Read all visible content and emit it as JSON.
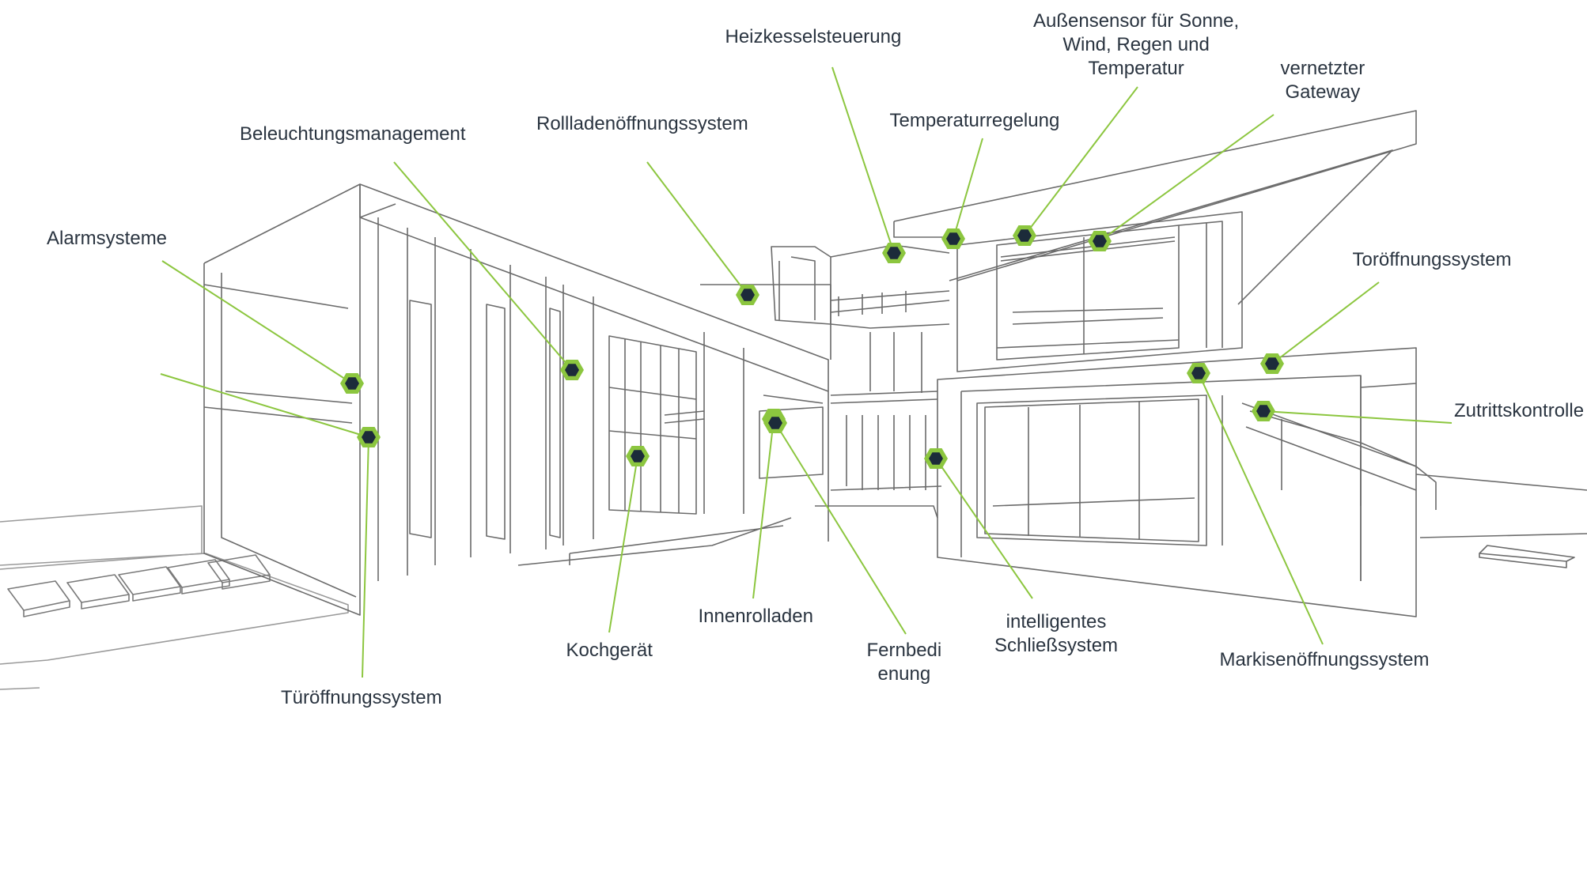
{
  "colors": {
    "accent_green": "#8cc63f",
    "hotspot_fill": "#1c2b3a",
    "label_text": "#2a3440",
    "line_drawing": "#6b6b6b"
  },
  "callouts": [
    {
      "id": "heizkessel",
      "text": "Heizkesselsteuerung"
    },
    {
      "id": "aussensensor",
      "text": "Außensensor für Sonne,\nWind, Regen und\nTemperatur"
    },
    {
      "id": "gateway",
      "text": "vernetzter\nGateway"
    },
    {
      "id": "beleuchtung",
      "text": "Beleuchtungsmanagement"
    },
    {
      "id": "rollladen",
      "text": "Rollladenöffnungssystem"
    },
    {
      "id": "temperatur",
      "text": "Temperaturregelung"
    },
    {
      "id": "alarm",
      "text": "Alarmsysteme"
    },
    {
      "id": "toroeffnung",
      "text": "Toröffnungssystem"
    },
    {
      "id": "zutritt",
      "text": "Zutrittskontrolle"
    },
    {
      "id": "innenrolladen",
      "text": "Innenrolladen"
    },
    {
      "id": "kochgeraet",
      "text": "Kochgerät"
    },
    {
      "id": "fernbedienung",
      "text": "Fernbedi\nenung"
    },
    {
      "id": "schliess",
      "text": "intelligentes\nSchließsystem"
    },
    {
      "id": "markise",
      "text": "Markisenöffnungssystem"
    },
    {
      "id": "tueroeffnung",
      "text": "Türöffnungssystem"
    },
    {
      "id": "unlabeled",
      "text": ""
    }
  ]
}
